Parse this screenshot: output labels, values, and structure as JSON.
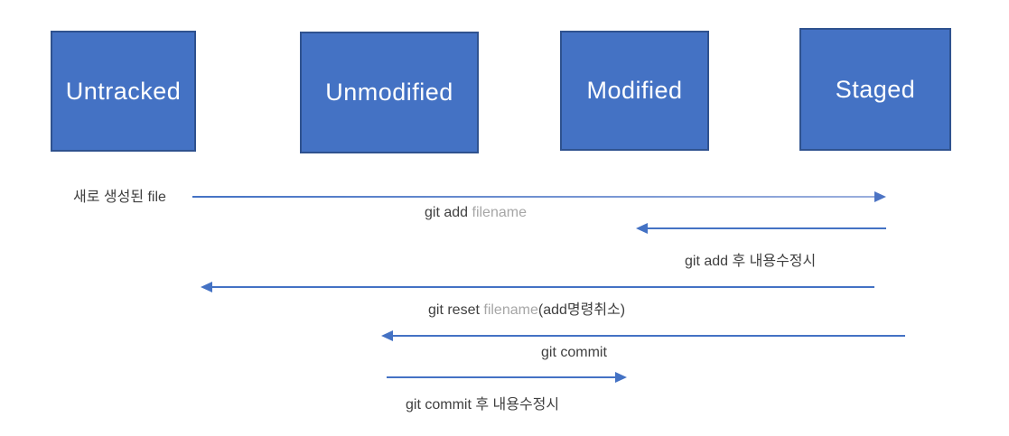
{
  "states": [
    {
      "label": "Untracked"
    },
    {
      "label": "Unmodified"
    },
    {
      "label": "Modified"
    },
    {
      "label": "Staged"
    }
  ],
  "labels": {
    "new_file": "새로 생성된 file",
    "git_add_cmd": "git add",
    "git_add_arg": "filename",
    "modify_after_add": "git add 후 내용수정시",
    "git_reset_cmd": "git reset",
    "git_reset_arg": "filename",
    "git_reset_note": "(add명령취소)",
    "git_commit": "git commit",
    "modify_after_commit": "git commit 후 내용수정시"
  },
  "transitions": [
    {
      "from": "Untracked",
      "to": "Staged",
      "direction": "right",
      "label": "새로 생성된 file",
      "command": "git add filename"
    },
    {
      "from": "Staged",
      "to": "Modified",
      "direction": "left",
      "label": "git add 후 내용수정시"
    },
    {
      "from": "Staged",
      "to": "Untracked",
      "direction": "left",
      "label": "git reset filename(add명령취소)"
    },
    {
      "from": "Staged",
      "to": "Unmodified",
      "direction": "left",
      "label": "git commit"
    },
    {
      "from": "Unmodified",
      "to": "Modified",
      "direction": "right",
      "label": "git commit 후 내용수정시"
    }
  ],
  "colors": {
    "box_fill": "#4472C4",
    "box_border": "#2F528F",
    "box_text": "#FFFFFF",
    "arrow": "#4472C4",
    "arrow_light": "#9AAEDD",
    "arrow_head_light": "#4D74C4",
    "label_text": "#3F3F3F",
    "label_muted": "#A6A6A6"
  }
}
